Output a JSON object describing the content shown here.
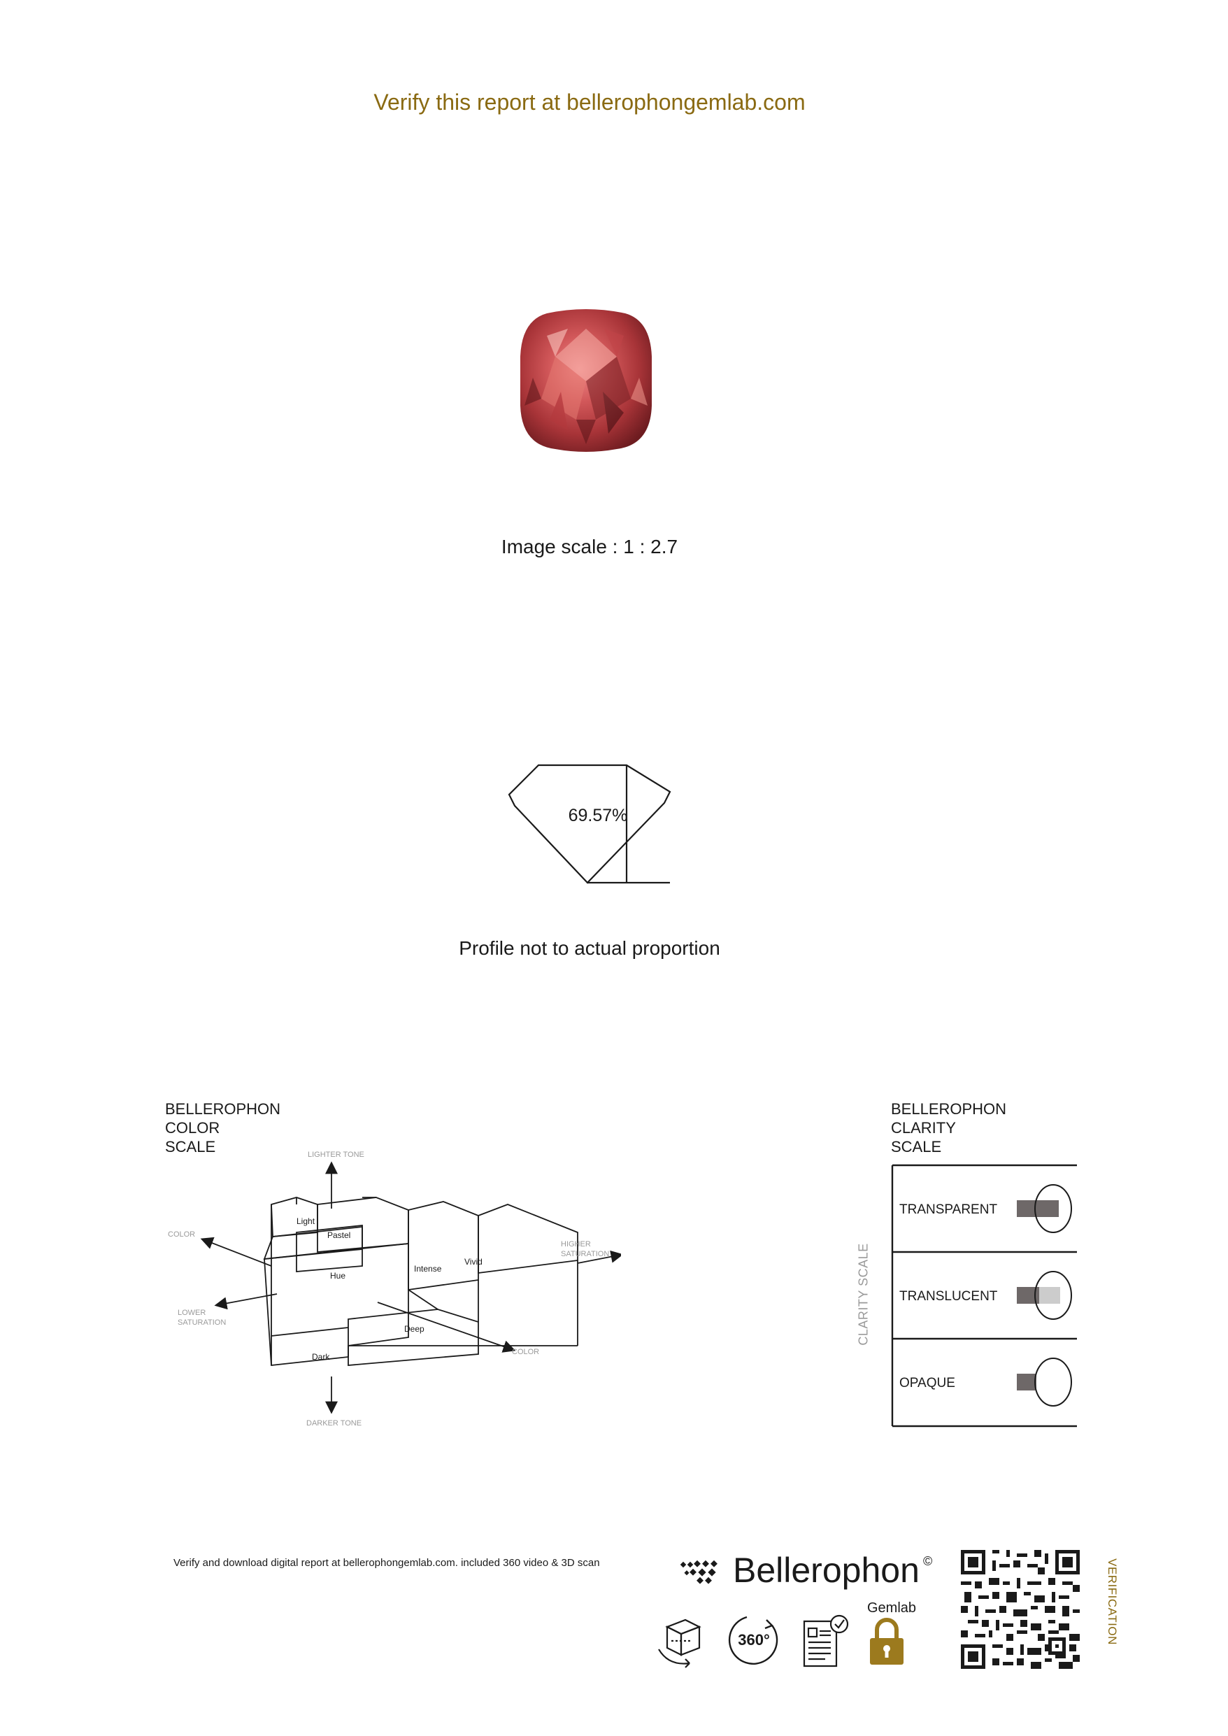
{
  "header": {
    "verify_text": "Verify this report at bellerophongemlab.com"
  },
  "gem_image": {
    "scale_text": "Image scale : 1 : 2.7"
  },
  "profile": {
    "depth_percent": "69.57%",
    "note": "Profile not to actual proportion"
  },
  "color_scale": {
    "title_lines": [
      "BELLEROPHON",
      "COLOR",
      "SCALE"
    ],
    "axis_labels": {
      "lighter_tone": "LIGHTER TONE",
      "darker_tone": "DARKER TONE",
      "color_left": "COLOR",
      "color_right": "COLOR",
      "lower_sat_1": "LOWER",
      "lower_sat_2": "SATURATION",
      "higher_sat_1": "HIGHER",
      "higher_sat_2": "SATURATION"
    },
    "blocks": {
      "light": "Light",
      "pastel": "Pastel",
      "hue": "Hue",
      "intense": "Intense",
      "vivid": "Vivid",
      "deep": "Deep",
      "dark": "Dark"
    }
  },
  "clarity_scale": {
    "title_lines": [
      "BELLEROPHON",
      "CLARITY",
      "SCALE"
    ],
    "side_label": "CLARITY SCALE",
    "rows": [
      {
        "label": "TRANSPARENT"
      },
      {
        "label": "TRANSLUCENT"
      },
      {
        "label": "OPAQUE"
      }
    ]
  },
  "footer": {
    "note": "Verify and download digital report at bellerophongemlab.com. included 360 video & 3D scan",
    "brand": "Bellerophon",
    "copyright": "©",
    "sub": "Gemlab",
    "icon_360": "360°",
    "verification": "VERIFICATION",
    "icons": [
      "3d-cube-icon",
      "360-icon",
      "report-check-icon",
      "lock-icon",
      "qr-code-icon"
    ]
  },
  "colors": {
    "accent_gold": "#8a6a12",
    "lock_gold": "#9c7a1e"
  }
}
